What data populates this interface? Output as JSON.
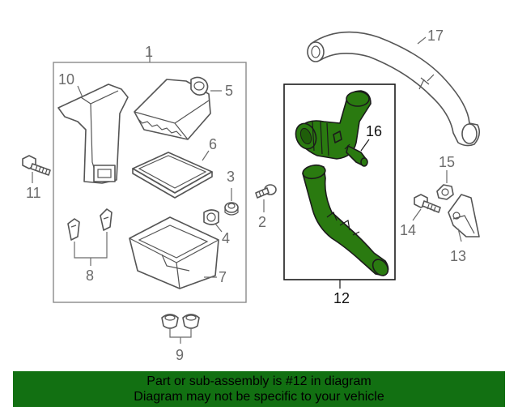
{
  "callouts": {
    "c1": "1",
    "c2": "2",
    "c3": "3",
    "c4": "4",
    "c5": "5",
    "c6": "6",
    "c7": "7",
    "c8": "8",
    "c9": "9",
    "c10": "10",
    "c11": "11",
    "c12": "12",
    "c13": "13",
    "c14": "14",
    "c15": "15",
    "c16": "16",
    "c17": "17"
  },
  "banner": {
    "line1": "Part or sub-assembly is #12 in diagram",
    "line2": "Diagram may not be specific to your vehicle"
  },
  "colors": {
    "highlight_part": "#2a7a10",
    "banner_bg": "#127012",
    "line_gray": "#555555"
  }
}
